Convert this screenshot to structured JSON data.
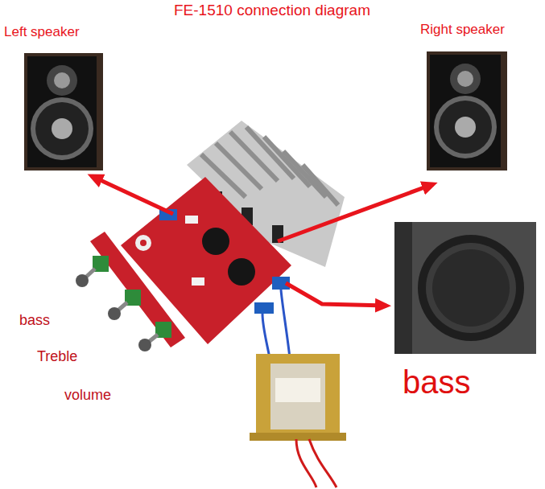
{
  "diagram": {
    "title": "FE-1510 connection diagram",
    "labels": [
      "Left speaker",
      "Right speaker",
      "bass",
      "Treble",
      "volume",
      "bass"
    ]
  }
}
